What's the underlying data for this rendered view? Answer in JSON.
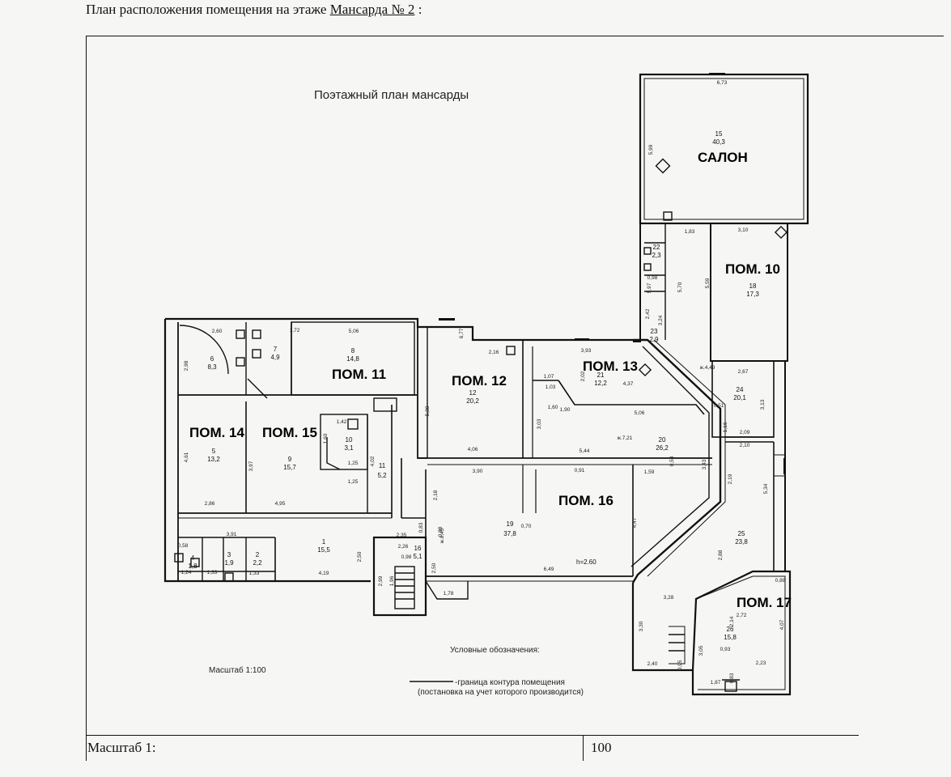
{
  "header": {
    "prefix": "План расположения помещения на этаже",
    "floor": "Мансарда № 2",
    "suffix": ":"
  },
  "plan": {
    "title": "Поэтажный план мансарды",
    "scale_label": "Масштаб 1:100",
    "legend_title": "Условные обозначения:",
    "legend_line1": "-граница контура помещения",
    "legend_line2": "(постановка на учет которого производится)",
    "height_label": "h=2.60",
    "room_labels": {
      "salon": "САЛОН",
      "pom10": "ПОМ. 10",
      "pom11": "ПОМ. 11",
      "pom12": "ПОМ. 12",
      "pom13": "ПОМ. 13",
      "pom14": "ПОМ. 14",
      "pom15": "ПОМ. 15",
      "pom16": "ПОМ. 16",
      "pom17": "ПОМ. 17"
    },
    "rooms": [
      {
        "num": "15",
        "area": "40,3"
      },
      {
        "num": "18",
        "area": "17,3"
      },
      {
        "num": "22",
        "area": "2,3"
      },
      {
        "num": "23",
        "area": "2,9"
      },
      {
        "num": "6",
        "area": "8,3"
      },
      {
        "num": "7",
        "area": "4,9"
      },
      {
        "num": "8",
        "area": "14,8"
      },
      {
        "num": "12",
        "area": "20,2"
      },
      {
        "num": "21",
        "area": "12,2"
      },
      {
        "num": "24",
        "area": "20,1"
      },
      {
        "num": "5",
        "area": "13,2"
      },
      {
        "num": "9",
        "area": "15,7"
      },
      {
        "num": "10",
        "area": "3,1"
      },
      {
        "num": "11",
        "area": "5,2"
      },
      {
        "num": "20",
        "area": "26,2"
      },
      {
        "num": "19",
        "area": "37,8"
      },
      {
        "num": "25",
        "area": "23,8"
      },
      {
        "num": "1",
        "area": "15,5"
      },
      {
        "num": "2",
        "area": "2,2"
      },
      {
        "num": "3",
        "area": "1,9"
      },
      {
        "num": "4",
        "area": "1,8"
      },
      {
        "num": "16",
        "area": "5,1"
      },
      {
        "num": "26",
        "area": "15,8"
      }
    ],
    "dims": [
      "6,73",
      "5,99",
      "1,83",
      "3,10",
      "5,59",
      "5,70",
      "2,42",
      "3,24",
      "5,97",
      "0,98",
      "2,60",
      "1,72",
      "5,06",
      "6,77",
      "2,16",
      "3,93",
      "1,07",
      "1,03",
      "2,02",
      "4,37",
      "ж.4,49",
      "2,67",
      "2,98",
      "5,38",
      "1,60",
      "5,06",
      "4,06",
      "3,03",
      "3,90",
      "0,51",
      "3,13",
      "1,16",
      "2,09",
      "2,10",
      "2,19",
      "5,34",
      "3,43",
      "0,53",
      "1,59",
      "4,47",
      "1,42",
      "1,60",
      "1,25",
      "1,25",
      "4,02",
      "4,95",
      "4,61",
      "3,97",
      "2,86",
      "3,91",
      "2,50",
      "2,35",
      "2,26",
      "0,88",
      "0,83",
      "2,50",
      "6,49",
      "2,18",
      "0,70",
      "1,78",
      "1,24",
      "1,33",
      "1,33",
      "0,58",
      "4,19",
      "2,88",
      "3,28",
      "3,30",
      "2,40",
      "0,95",
      "2,14",
      "3,05",
      "4,07",
      "2,23",
      "1,87",
      "0,83",
      "0,88",
      "2,72",
      "ж.7,21",
      "0,93",
      "5,44",
      "0,91",
      "1,90",
      "ж.8,45",
      "2,99",
      "0,98",
      "1,96"
    ],
    "footer": {
      "scale_label": "Масштаб 1:",
      "scale_value": "100"
    }
  }
}
